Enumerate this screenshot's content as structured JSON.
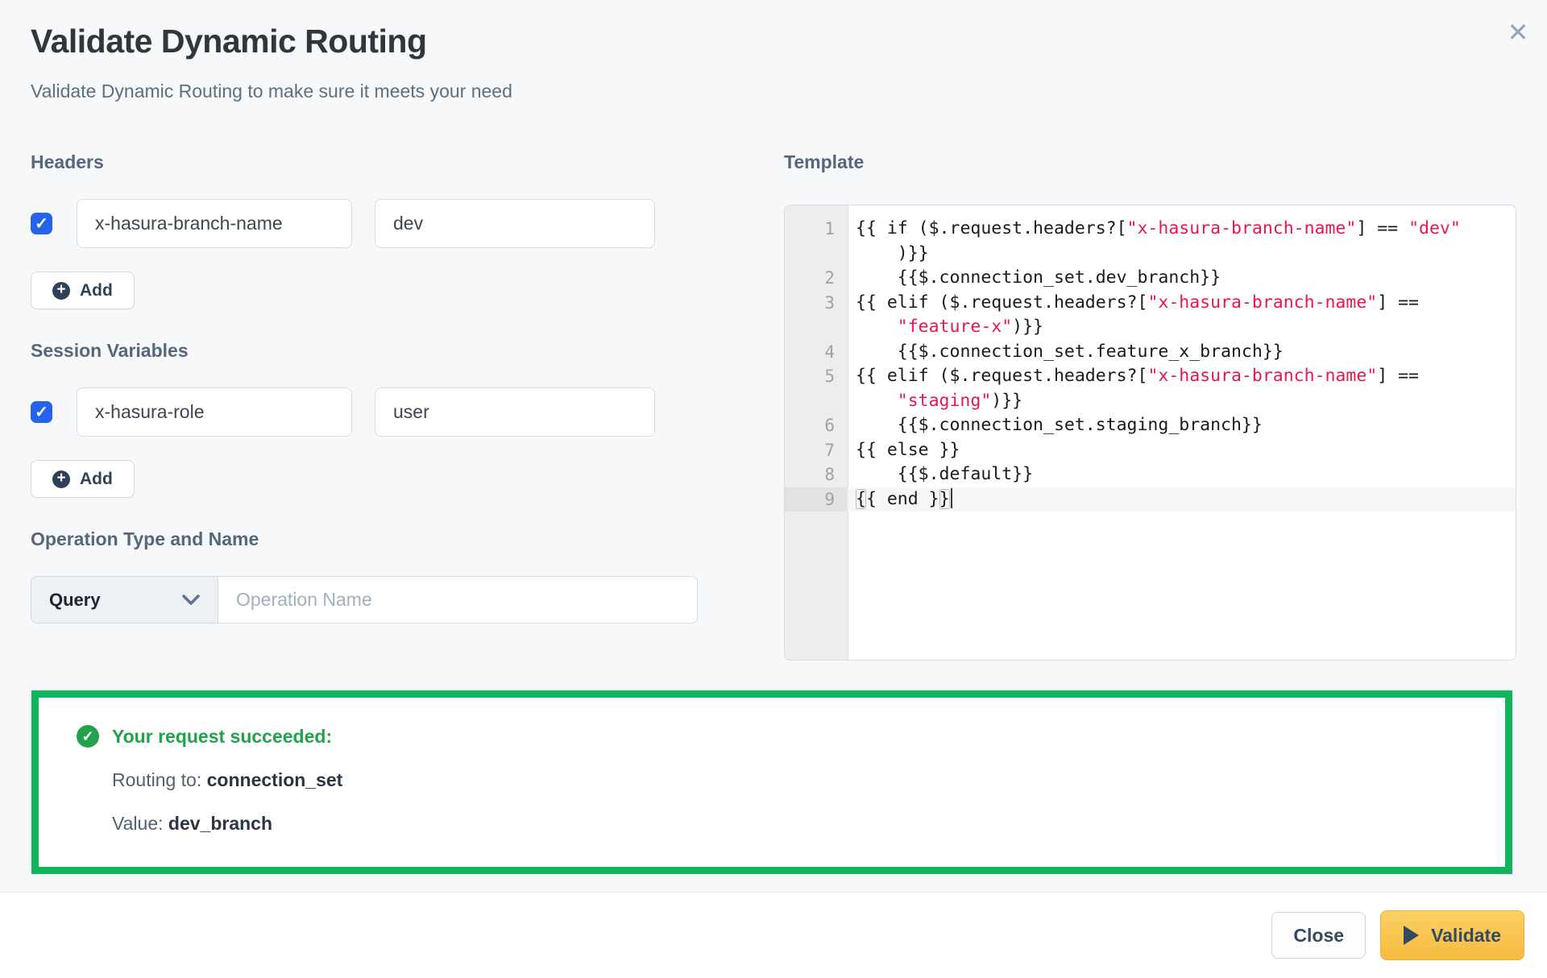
{
  "dialog": {
    "title": "Validate Dynamic Routing",
    "subtitle": "Validate Dynamic Routing to make sure it meets your need",
    "close_icon": "✕"
  },
  "headers_section": {
    "label": "Headers",
    "rows": [
      {
        "checked": true,
        "key": "x-hasura-branch-name",
        "value": "dev"
      }
    ],
    "add_label": "Add"
  },
  "session_variables_section": {
    "label": "Session Variables",
    "rows": [
      {
        "checked": true,
        "key": "x-hasura-role",
        "value": "user"
      }
    ],
    "add_label": "Add"
  },
  "operation_section": {
    "label": "Operation Type and Name",
    "type_selected": "Query",
    "name_value": "",
    "name_placeholder": "Operation Name"
  },
  "template_section": {
    "label": "Template",
    "rows": [
      {
        "num": "1",
        "segs": [
          {
            "t": "{{ if ($.request.headers?[",
            "c": "p"
          },
          {
            "t": "\"x-hasura-branch-name\"",
            "c": "s"
          },
          {
            "t": "] == ",
            "c": "p"
          },
          {
            "t": "\"dev\"",
            "c": "s"
          }
        ]
      },
      {
        "num": "",
        "wrap": true,
        "segs": [
          {
            "t": ")}}",
            "c": "p"
          }
        ]
      },
      {
        "num": "2",
        "segs": [
          {
            "t": "    {{$.connection_set.dev_branch}}",
            "c": "p"
          }
        ]
      },
      {
        "num": "3",
        "segs": [
          {
            "t": "{{ elif ($.request.headers?[",
            "c": "p"
          },
          {
            "t": "\"x-hasura-branch-name\"",
            "c": "s"
          },
          {
            "t": "] ==",
            "c": "p"
          }
        ]
      },
      {
        "num": "",
        "wrap": true,
        "segs": [
          {
            "t": "\"feature-x\"",
            "c": "s"
          },
          {
            "t": ")}}",
            "c": "p"
          }
        ]
      },
      {
        "num": "4",
        "segs": [
          {
            "t": "    {{$.connection_set.feature_x_branch}}",
            "c": "p"
          }
        ]
      },
      {
        "num": "5",
        "segs": [
          {
            "t": "{{ elif ($.request.headers?[",
            "c": "p"
          },
          {
            "t": "\"x-hasura-branch-name\"",
            "c": "s"
          },
          {
            "t": "] ==",
            "c": "p"
          }
        ]
      },
      {
        "num": "",
        "wrap": true,
        "segs": [
          {
            "t": "\"staging\"",
            "c": "s"
          },
          {
            "t": ")}}",
            "c": "p"
          }
        ]
      },
      {
        "num": "6",
        "segs": [
          {
            "t": "    {{$.connection_set.staging_branch}}",
            "c": "p"
          }
        ]
      },
      {
        "num": "7",
        "segs": [
          {
            "t": "{{ else }}",
            "c": "p"
          }
        ]
      },
      {
        "num": "8",
        "segs": [
          {
            "t": "    {{$.default}}",
            "c": "p"
          }
        ]
      },
      {
        "num": "9",
        "active": true,
        "cursor": true,
        "segs": [
          {
            "t": "{",
            "c": "m"
          },
          {
            "t": "{ end }",
            "c": "p"
          },
          {
            "t": "}",
            "c": "m"
          }
        ]
      }
    ]
  },
  "result": {
    "status_label": "Your request succeeded:",
    "routing_label": "Routing to: ",
    "routing_value": "connection_set",
    "value_label": "Value: ",
    "value_value": "dev_branch"
  },
  "footer": {
    "close_label": "Close",
    "validate_label": "Validate"
  },
  "colors": {
    "accent_blue": "#2563eb",
    "success_green_border": "#10b45c",
    "success_green_text": "#21a24b",
    "validate_amber": "#f9c54d",
    "code_string_red": "#e8164f",
    "background": "#f6f8fa"
  }
}
